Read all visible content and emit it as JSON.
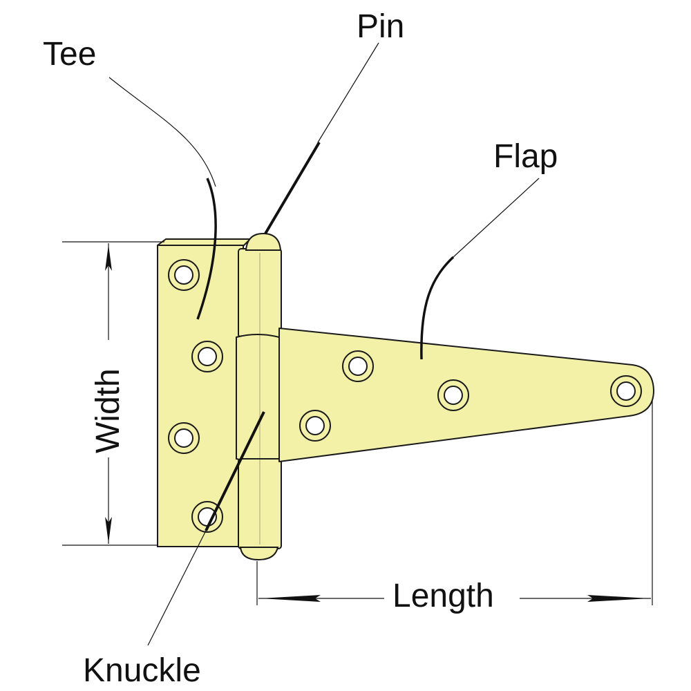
{
  "diagram": {
    "labels": {
      "tee": "Tee",
      "pin": "Pin",
      "flap": "Flap",
      "knuckle": "Knuckle",
      "width": "Width",
      "length": "Length"
    },
    "colors": {
      "brass_fill": "#f3f1a8",
      "brass_stroke": "#1a1a1a",
      "hole_inner": "#ffffff",
      "line": "#111111",
      "background": "#ffffff"
    }
  }
}
